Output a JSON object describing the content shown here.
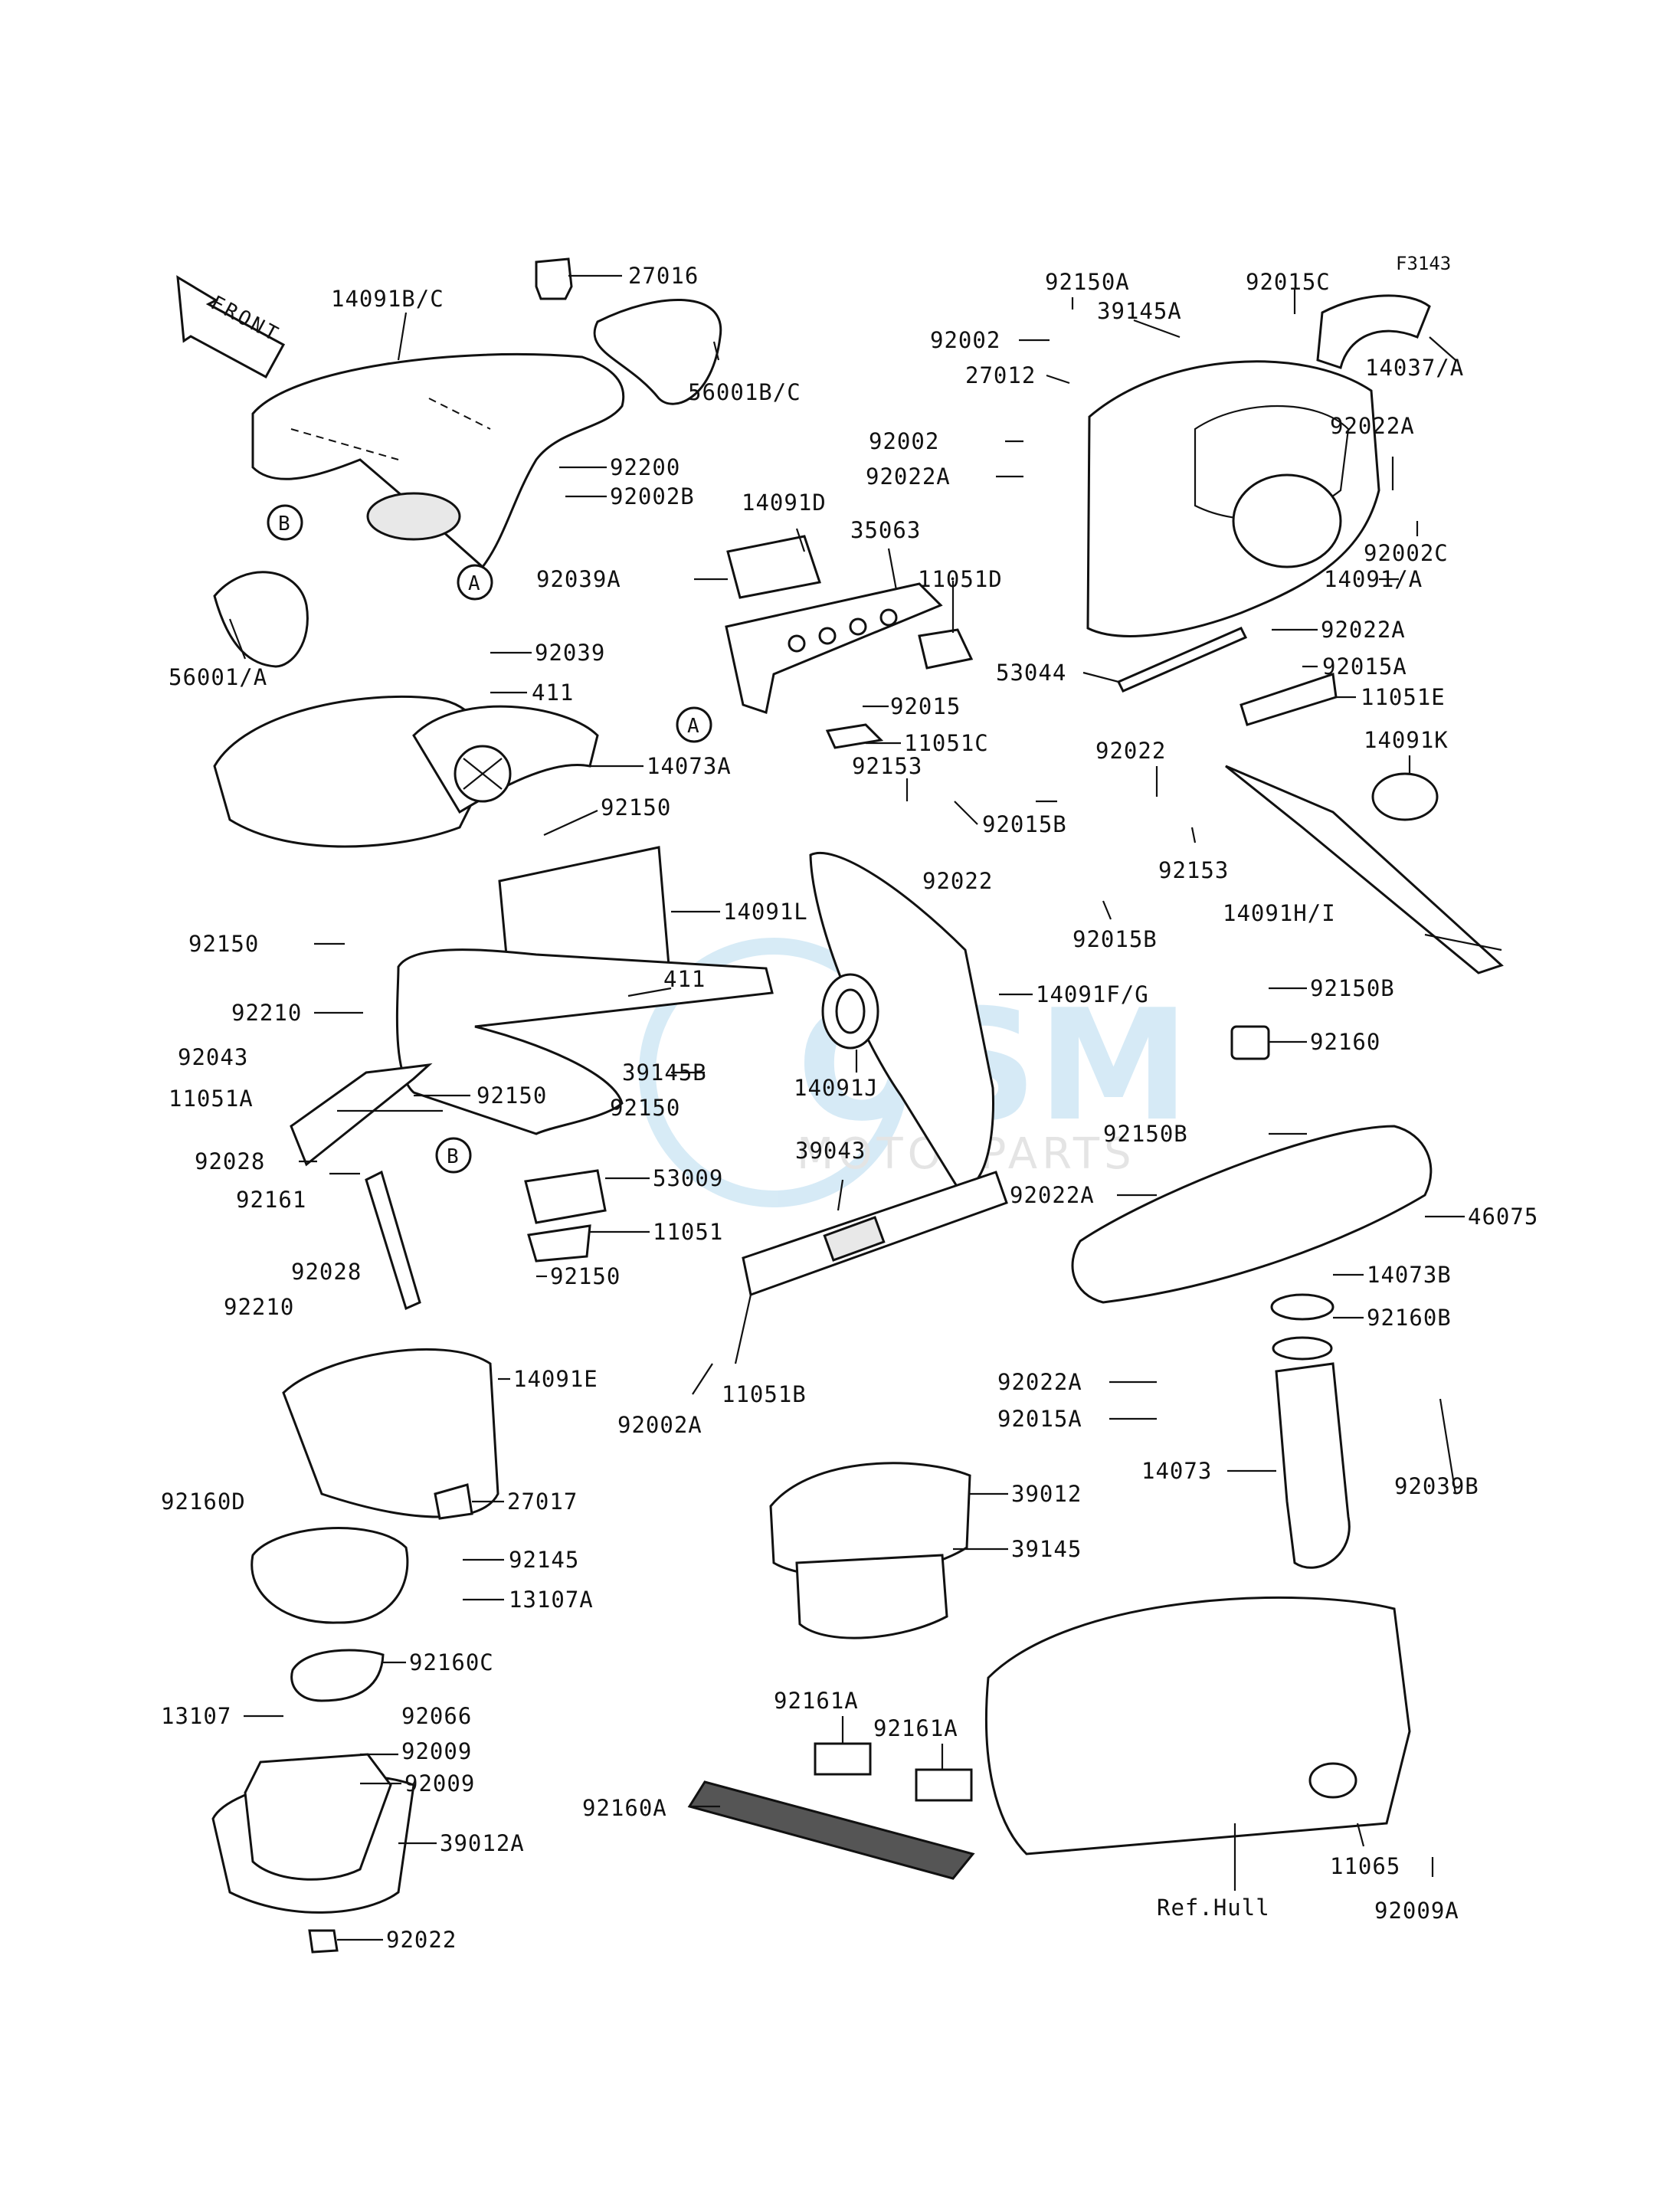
{
  "figure": {
    "code": "F3143",
    "front_label": "FRONT"
  },
  "watermark": {
    "main": "OSM",
    "sub": "MOTORPARTS"
  },
  "parts": {
    "p27016": "27016",
    "p14091BC": "14091B/C",
    "p56001BC": "56001B/C",
    "p92200": "92200",
    "p92002B": "92002B",
    "p56001A": "56001/A",
    "p92039": "92039",
    "p411a": "411",
    "p14073A": "14073A",
    "p92150a": "92150",
    "p92150b": "92150",
    "p14091L": "14091L",
    "p411b": "411",
    "p39145B": "39145B",
    "p92210a": "92210",
    "p92043": "92043",
    "p11051A": "11051A",
    "p92150c": "92150",
    "p92150d": "92150",
    "p92028a": "92028",
    "p92161": "92161",
    "p53009": "53009",
    "p11051": "11051",
    "p92150e": "92150",
    "p92028b": "92028",
    "p92210b": "92210",
    "p14091E": "14091E",
    "p92160D": "92160D",
    "p27017": "27017",
    "p92145": "92145",
    "p13107A": "13107A",
    "p92160C": "92160C",
    "p13107": "13107",
    "p92066": "92066",
    "p92009a": "92009",
    "p92009b": "92009",
    "p39012A": "39012A",
    "p92022a": "92022",
    "p92039A": "92039A",
    "p14091D": "14091D",
    "p35063": "35063",
    "p11051D": "11051D",
    "p92015": "92015",
    "p11051C": "11051C",
    "p92153a": "92153",
    "p92022b": "92022",
    "p92015Ba": "92015B",
    "p14091FG": "14091F/G",
    "p14091J": "14091J",
    "p39043": "39043",
    "p11051B": "11051B",
    "p92002A": "92002A",
    "p39012": "39012",
    "p39145": "39145",
    "p92161Aa": "92161A",
    "p92161Ab": "92161A",
    "p92160A": "92160A",
    "p92150A": "92150A",
    "p39145A": "39145A",
    "p92015C": "92015C",
    "p92002a": "92002",
    "p27012": "27012",
    "p14037A": "14037/A",
    "p92002b": "92002",
    "p92022Aa": "92022A",
    "p92022Ab": "92022A",
    "p92002C": "92002C",
    "p14091A": "14091/A",
    "p92022Ac": "92022A",
    "p53044": "53044",
    "p92015Aa": "92015A",
    "p11051E": "11051E",
    "p92022c": "92022",
    "p14091K": "14091K",
    "p92153b": "92153",
    "p92015Bb": "92015B",
    "p14091HI": "14091H/I",
    "p92150B_a": "92150B",
    "p92160": "92160",
    "p92150B_b": "92150B",
    "p92022Ad": "92022A",
    "p46075": "46075",
    "p14073B": "14073B",
    "p92160B": "92160B",
    "p92022Ae": "92022A",
    "p92015Ab": "92015A",
    "p14073": "14073",
    "p92039B": "92039B",
    "p11065": "11065",
    "p92009A": "92009A",
    "pRefHull": "Ref.Hull"
  },
  "markers": {
    "A": "A",
    "B": "B"
  }
}
